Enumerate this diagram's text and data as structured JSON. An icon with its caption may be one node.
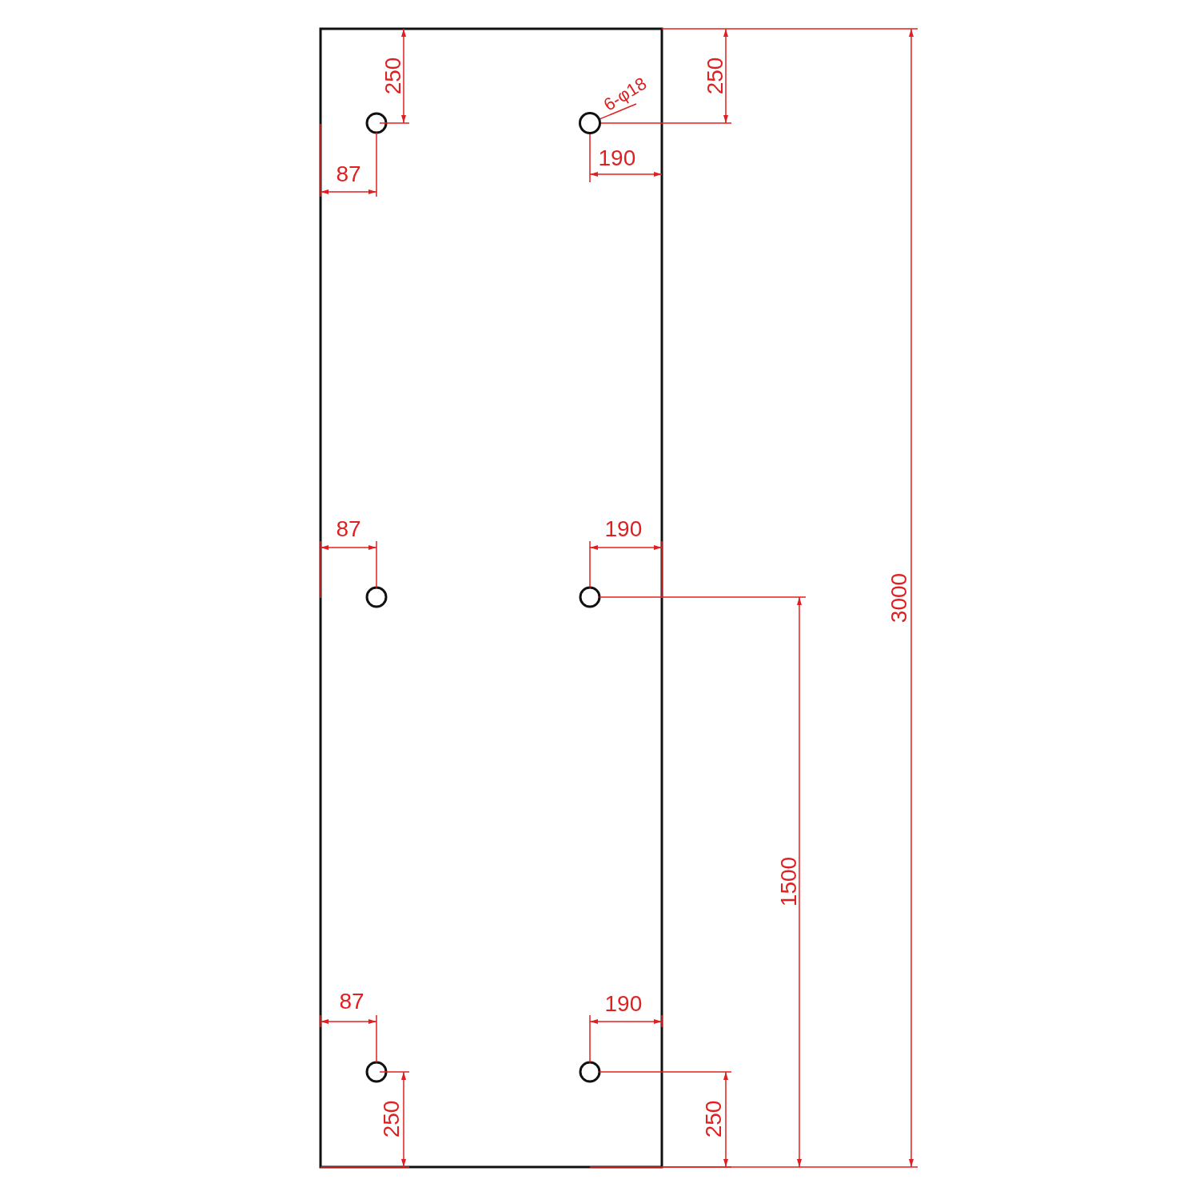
{
  "diagram": {
    "nodes": [
      {
        "text": [
          "6-φ18"
        ]
      },
      {
        "text": [],
        "shape": "circle"
      }
    ],
    "edges": [
      {
        "from": 0,
        "to": 1,
        "arrow": "none"
      }
    ],
    "labels": [
      "250",
      "250",
      "190",
      "87",
      "87",
      "190",
      "3000",
      "1500",
      "87",
      "190",
      "250",
      "250"
    ]
  }
}
